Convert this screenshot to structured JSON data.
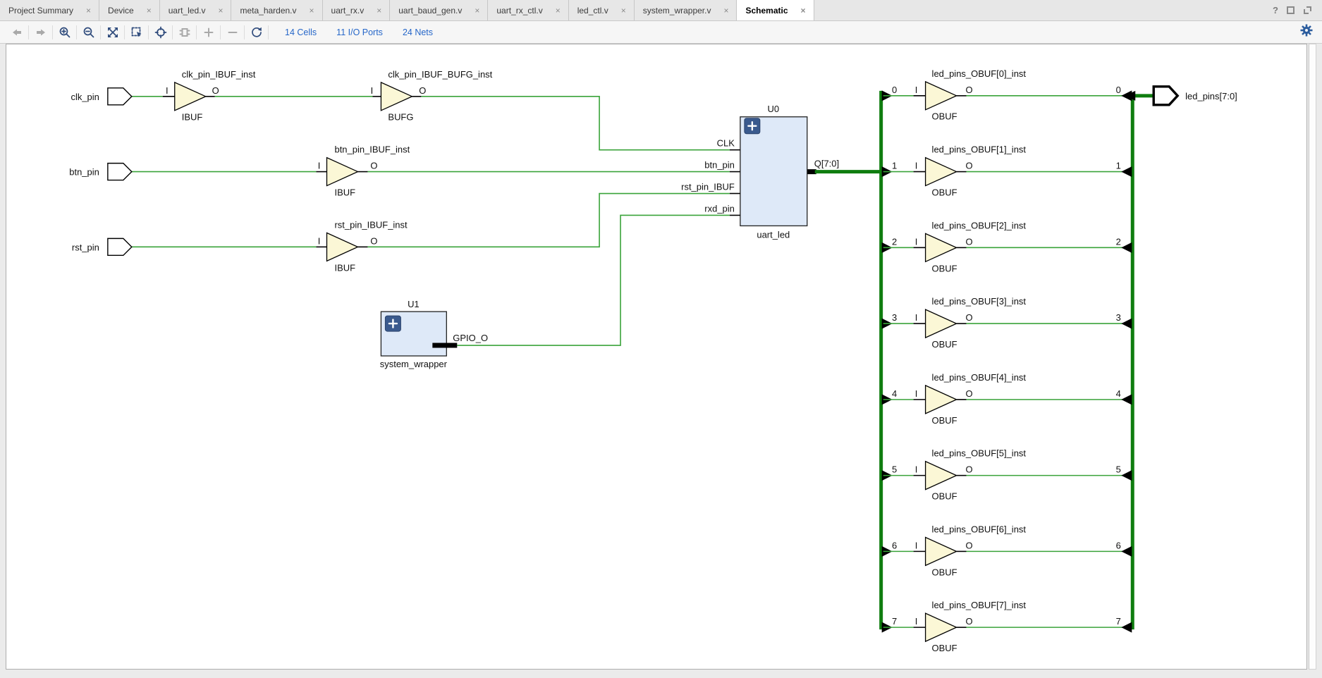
{
  "ui": {
    "close_glyph": "×",
    "help_glyph": "?"
  },
  "tabs": [
    {
      "label": "Project Summary"
    },
    {
      "label": "Device"
    },
    {
      "label": "uart_led.v"
    },
    {
      "label": "meta_harden.v"
    },
    {
      "label": "uart_rx.v"
    },
    {
      "label": "uart_baud_gen.v"
    },
    {
      "label": "uart_rx_ctl.v"
    },
    {
      "label": "led_ctl.v"
    },
    {
      "label": "system_wrapper.v"
    },
    {
      "label": "Schematic",
      "active": true
    }
  ],
  "toolbar": {
    "links": [
      {
        "label": "14 Cells"
      },
      {
        "label": "11 I/O Ports"
      },
      {
        "label": "24 Nets"
      }
    ]
  },
  "schematic": {
    "labels": {
      "in": "I",
      "out": "O"
    },
    "input_ports": [
      {
        "name": "clk_pin"
      },
      {
        "name": "btn_pin"
      },
      {
        "name": "rst_pin"
      }
    ],
    "buffers": [
      {
        "instance": "clk_pin_IBUF_inst",
        "type": "IBUF"
      },
      {
        "instance": "clk_pin_IBUF_BUFG_inst",
        "type": "BUFG"
      },
      {
        "instance": "btn_pin_IBUF_inst",
        "type": "IBUF"
      },
      {
        "instance": "rst_pin_IBUF_inst",
        "type": "IBUF"
      }
    ],
    "u0": {
      "ref": "U0",
      "cell": "uart_led",
      "expand": "+",
      "pins": [
        "CLK",
        "btn_pin",
        "rst_pin_IBUF",
        "rxd_pin"
      ],
      "output": "Q[7:0]"
    },
    "u1": {
      "ref": "U1",
      "cell": "system_wrapper",
      "expand": "+",
      "output": "GPIO_O"
    },
    "obufs": [
      {
        "instance": "led_pins_OBUF[0]_inst",
        "type": "OBUF",
        "bit": "0"
      },
      {
        "instance": "led_pins_OBUF[1]_inst",
        "type": "OBUF",
        "bit": "1"
      },
      {
        "instance": "led_pins_OBUF[2]_inst",
        "type": "OBUF",
        "bit": "2"
      },
      {
        "instance": "led_pins_OBUF[3]_inst",
        "type": "OBUF",
        "bit": "3"
      },
      {
        "instance": "led_pins_OBUF[4]_inst",
        "type": "OBUF",
        "bit": "4"
      },
      {
        "instance": "led_pins_OBUF[5]_inst",
        "type": "OBUF",
        "bit": "5"
      },
      {
        "instance": "led_pins_OBUF[6]_inst",
        "type": "OBUF",
        "bit": "6"
      },
      {
        "instance": "led_pins_OBUF[7]_inst",
        "type": "OBUF",
        "bit": "7"
      }
    ],
    "output_port": {
      "name": "led_pins[7:0]"
    }
  },
  "colors": {
    "net": "#3aa33a",
    "bus": "#0f7d0f",
    "cellFill": "#fbf7d6",
    "blockFill": "#dee9f8",
    "expandBtn": "#3a5a8e",
    "iconBlue": "#2f4b7c",
    "iconGray": "#a9a9a9",
    "linkBlue": "#2667c9"
  }
}
